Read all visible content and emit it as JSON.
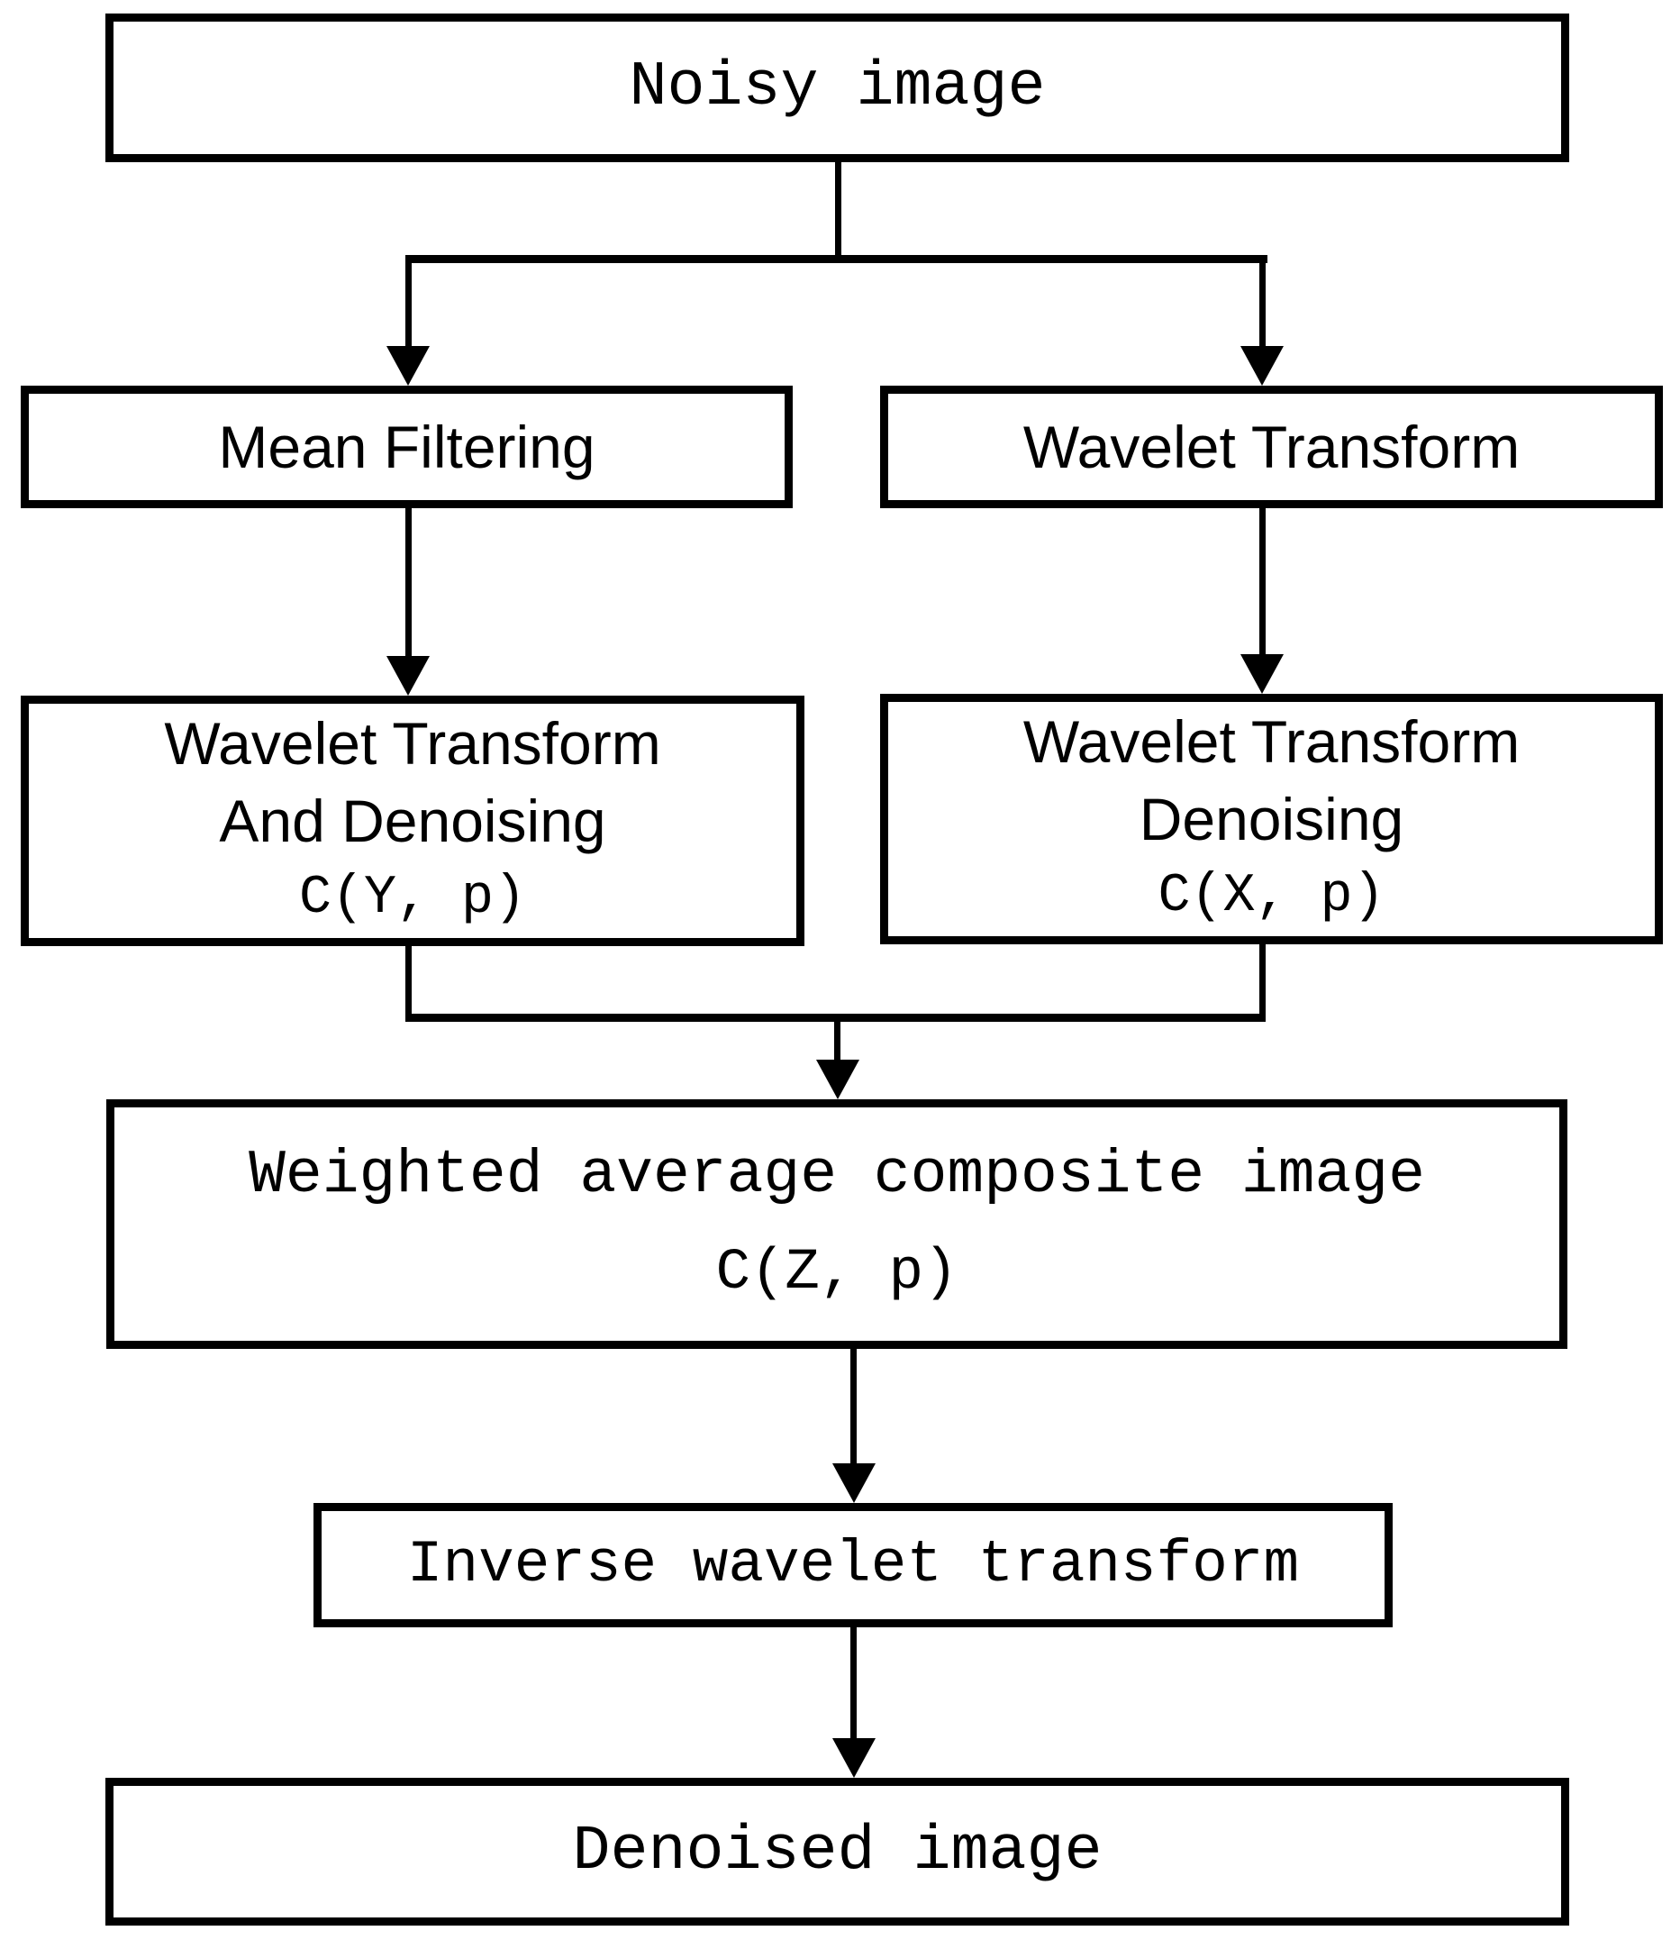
{
  "colors": {
    "stroke": "#000000",
    "background": "#ffffff",
    "box_fill": "#ffffff"
  },
  "flowchart": {
    "nodes": {
      "noisy": {
        "label": "Noisy image"
      },
      "mean_filtering": {
        "label": "Mean Filtering"
      },
      "wavelet_transform": {
        "label": "Wavelet Transform"
      },
      "left_denoise": {
        "lines": [
          "Wavelet Transform",
          "And Denoising",
          "C(Y, p)"
        ]
      },
      "right_denoise": {
        "lines": [
          "Wavelet Transform",
          "Denoising",
          "C(X, p)"
        ]
      },
      "weighted": {
        "lines": [
          "Weighted average composite image",
          "C(Z, p)"
        ]
      },
      "inverse": {
        "label": "Inverse wavelet transform"
      },
      "denoised": {
        "label": "Denoised image"
      }
    },
    "edges": [
      "noisy -> mean_filtering",
      "noisy -> wavelet_transform",
      "mean_filtering -> left_denoise",
      "wavelet_transform -> right_denoise",
      "left_denoise -> weighted",
      "right_denoise -> weighted",
      "weighted -> inverse",
      "inverse -> denoised"
    ]
  }
}
